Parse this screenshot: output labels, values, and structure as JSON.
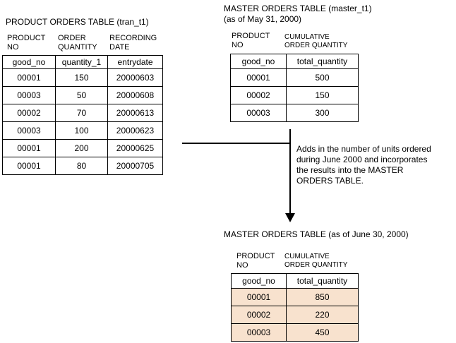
{
  "colors": {
    "highlight": "#F8E2CE",
    "line": "#000000"
  },
  "tran_table": {
    "title": "PRODUCT ORDERS TABLE (tran_t1)",
    "col_labels": [
      [
        "PRODUCT",
        "NO"
      ],
      [
        "ORDER",
        "QUANTITY"
      ],
      [
        "RECORDING",
        "DATE"
      ]
    ],
    "headers": [
      "good_no",
      "quantity_1",
      "entrydate"
    ],
    "rows": [
      [
        "00001",
        "150",
        "20000603"
      ],
      [
        "00003",
        "50",
        "20000608"
      ],
      [
        "00002",
        "70",
        "20000613"
      ],
      [
        "00003",
        "100",
        "20000623"
      ],
      [
        "00001",
        "200",
        "20000625"
      ],
      [
        "00001",
        "80",
        "20000705"
      ]
    ]
  },
  "master_may": {
    "title_line1": "MASTER ORDERS TABLE (master_t1)",
    "title_line2": "(as of May 31, 2000)",
    "col_labels": [
      [
        "PRODUCT",
        "NO"
      ],
      [
        "CUMULATIVE",
        "ORDER QUANTITY"
      ]
    ],
    "headers": [
      "good_no",
      "total_quantity"
    ],
    "rows": [
      [
        "00001",
        "500"
      ],
      [
        "00002",
        "150"
      ],
      [
        "00003",
        "300"
      ]
    ]
  },
  "flow": {
    "annotation": "Adds in the number of units ordered during June 2000 and incorporates the results into the MASTER ORDERS TABLE."
  },
  "master_june": {
    "title": "MASTER ORDERS TABLE (as of June 30, 2000)",
    "col_labels": [
      [
        "PRODUCT",
        "NO"
      ],
      [
        "CUMULATIVE",
        "ORDER QUANTITY"
      ]
    ],
    "headers": [
      "good_no",
      "total_quantity"
    ],
    "rows": [
      [
        "00001",
        "850"
      ],
      [
        "00002",
        "220"
      ],
      [
        "00003",
        "450"
      ]
    ]
  }
}
